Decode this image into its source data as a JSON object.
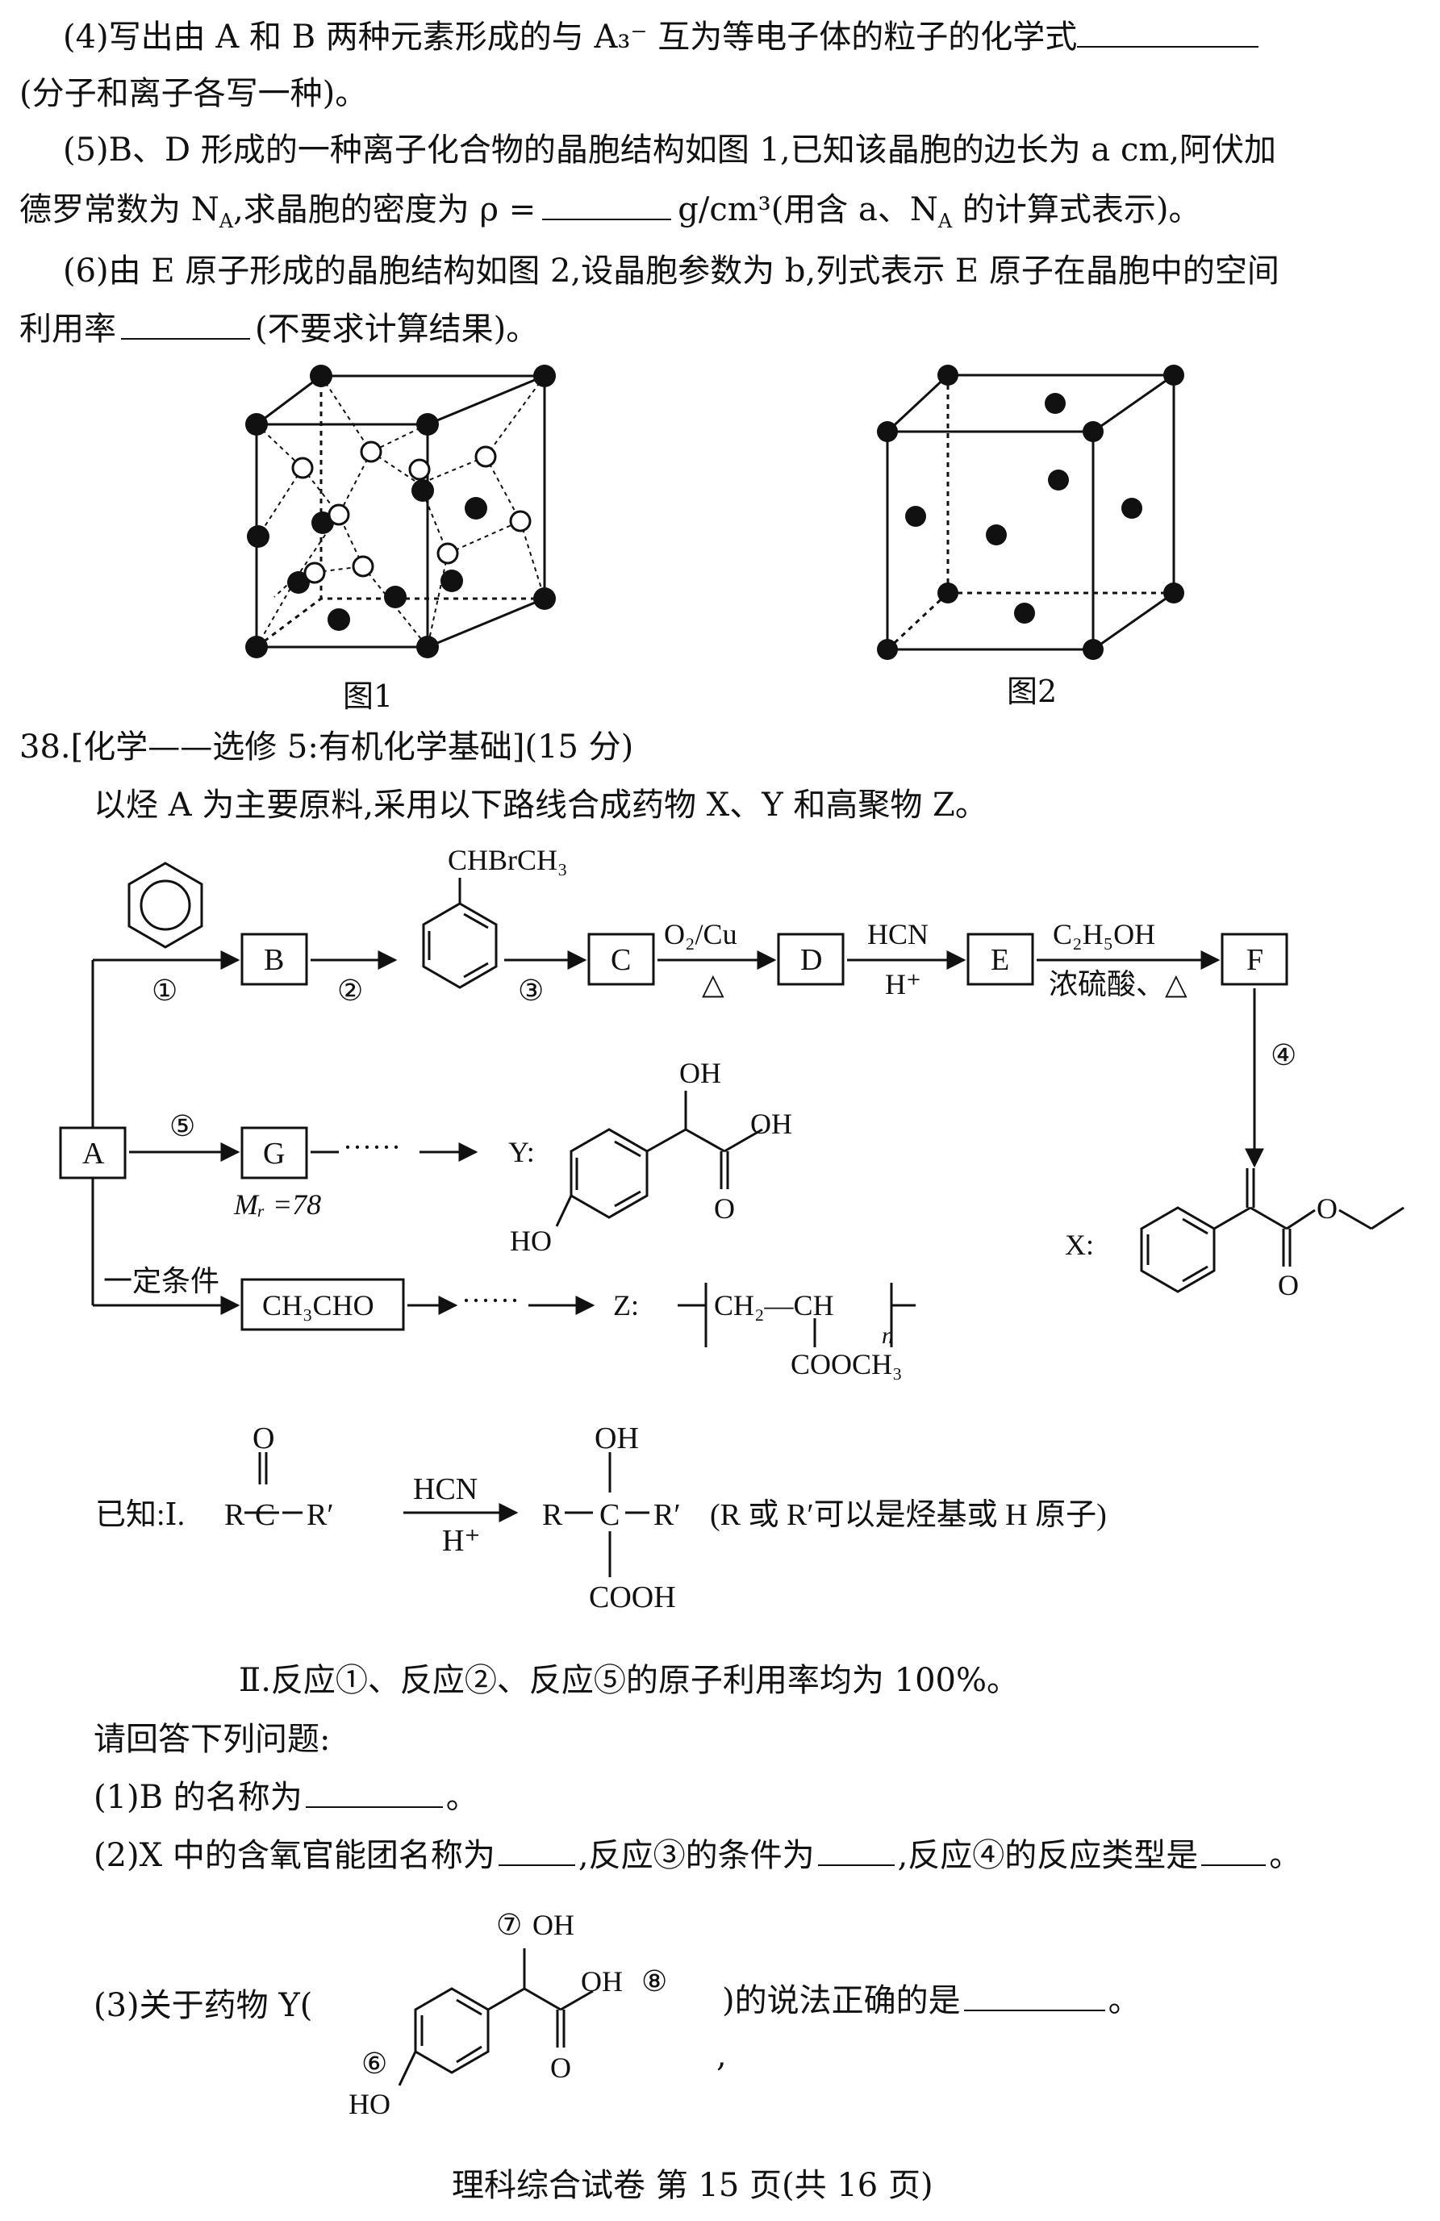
{
  "q4": {
    "l1": "(4)写出由 A 和 B 两种元素形成的与 A₃⁻ 互为等电子体的粒子的化学式",
    "l2": "(分子和离子各写一种)。"
  },
  "q5": {
    "l1": "(5)B、D 形成的一种离子化合物的晶胞结构如图 1,已知该晶胞的边长为 a cm,阿伏加",
    "l2a": "德罗常数为 N",
    "l2sub": "A",
    "l2b": ",求晶胞的密度为 ρ =",
    "l2c": "g/cm³(用含 a、N",
    "l2d": "A",
    "l2e": " 的计算式表示)。"
  },
  "q6": {
    "l1": "(6)由 E 原子形成的晶胞结构如图 2,设晶胞参数为 b,列式表示 E 原子在晶胞中的空间",
    "l2a": "利用率",
    "l2b": "(不要求计算结果)。"
  },
  "fig1_caption": "图1",
  "fig2_caption": "图2",
  "q38": {
    "title": "38.[化学——选修 5:有机化学基础](15 分)",
    "intro": "以烃 A 为主要原料,采用以下路线合成药物 X、Y 和高聚物 Z。"
  },
  "scheme": {
    "A": "A",
    "B": "B",
    "C": "C",
    "D": "D",
    "E": "E",
    "F": "F",
    "G": "G",
    "step1": "①",
    "step2": "②",
    "step3": "③",
    "step4": "④",
    "step5": "⑤",
    "sub_label": "CHBrCH₃",
    "o2cu": "O₂/Cu",
    "heat": "△",
    "hcn": "HCN",
    "hplus": "H⁺",
    "c2h5oh": "C₂H₅OH",
    "conc": "浓硫酸、△",
    "mr": "Mᵣ =78",
    "cond": "一定条件",
    "ch3cho": "CH₃CHO",
    "dots": "······",
    "Y": "Y:",
    "X": "X:",
    "Z": "Z:",
    "oh": "OH",
    "ho": "HO",
    "o": "O",
    "z_main": "CH₂—CH",
    "z_side": "COOCH₃",
    "n": "n"
  },
  "known": {
    "prefix": "已知:Ⅰ.",
    "r": "R",
    "c": "C",
    "rp": "R′",
    "o": "O",
    "hcn": "HCN",
    "hplus": "H⁺",
    "oh": "OH",
    "cooh": "COOH",
    "note": "(R 或 R′可以是烃基或 H 原子)",
    "ii": "Ⅱ.反应①、反应②、反应⑤的原子利用率均为 100%。"
  },
  "ask": "请回答下列问题:",
  "p1": {
    "a": "(1)B 的名称为",
    "b": "。"
  },
  "p2": {
    "a": "(2)X 中的含氧官能团名称为",
    "b": ",反应③的条件为",
    "c": ",反应④的反应类型是",
    "d": "。"
  },
  "p3": {
    "a": "(3)关于药物 Y(",
    "b": ")的说法正确的是",
    "c": "。",
    "m7": "⑦",
    "m8": "⑧",
    "m6": "⑥",
    "oh": "OH",
    "ho": "HO",
    "o": "O",
    "comma": ","
  },
  "footer": "理科综合试卷  第 15 页(共 16 页)"
}
